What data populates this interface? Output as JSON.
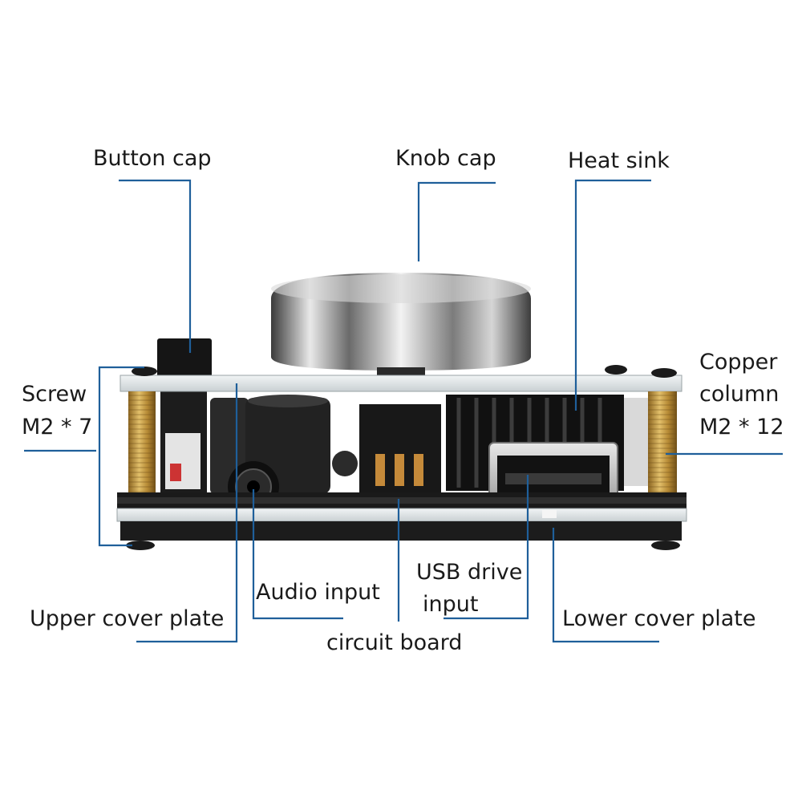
{
  "labels": {
    "button_cap": "Button cap",
    "knob_cap": "Knob cap",
    "heat_sink": "Heat sink",
    "copper_column": [
      "Copper",
      "column",
      "M2 * 12"
    ],
    "screw": [
      "Screw",
      "M2 * 7"
    ],
    "audio_input": "Audio input",
    "upper_cover_plate": "Upper cover plate",
    "usb_drive_input": [
      "USB drive",
      "input"
    ],
    "circuit_board": "circuit board",
    "lower_cover_plate": "Lower cover plate"
  },
  "colors": {
    "leader_line": "#1f5f9a",
    "brass": "#c9a24a",
    "board": "#1a1a1a",
    "plate": "#dde3e6",
    "knob": "#bfbfbf"
  }
}
